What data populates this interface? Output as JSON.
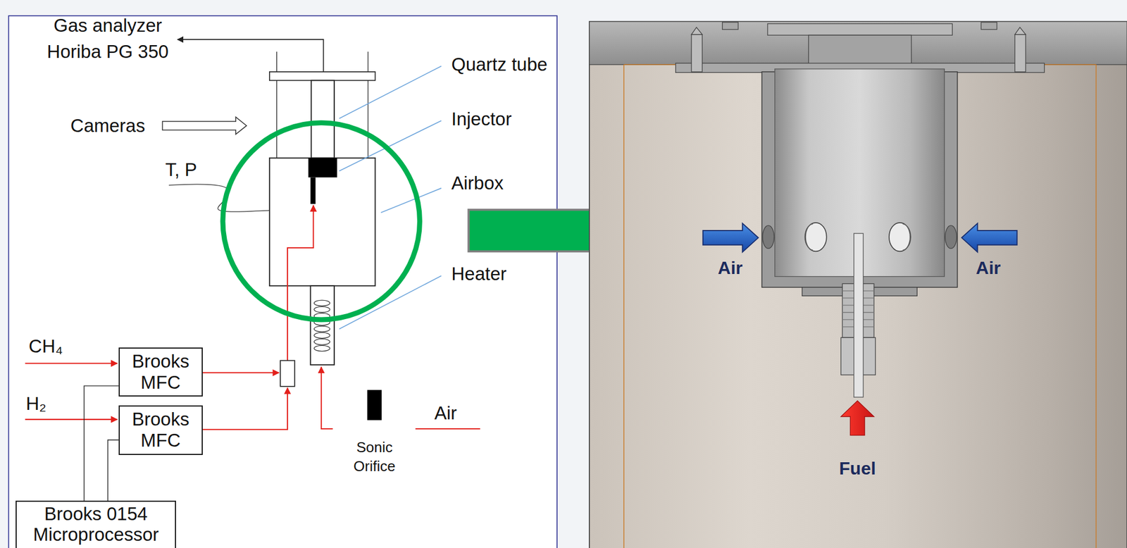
{
  "diagram": {
    "nodes": [
      {
        "text": [
          "Brooks MFC"
        ]
      },
      {
        "text": [
          "Brooks MFC"
        ]
      },
      {
        "text": [
          "Brooks 0154 Microprocessor"
        ]
      }
    ],
    "edges": [
      {
        "from": 0,
        "to": 2,
        "arrow": "none"
      },
      {
        "from": 1,
        "to": 2,
        "arrow": "none"
      }
    ],
    "labels": [
      "Gas analyzer Horiba PG 350",
      "Cameras",
      "T, P",
      "Quartz tube",
      "Injector",
      "Airbox",
      "Heater",
      "CH₄",
      "H₂",
      "Sonic Orifice",
      "Air",
      "Air",
      "Air",
      "Fuel"
    ]
  }
}
